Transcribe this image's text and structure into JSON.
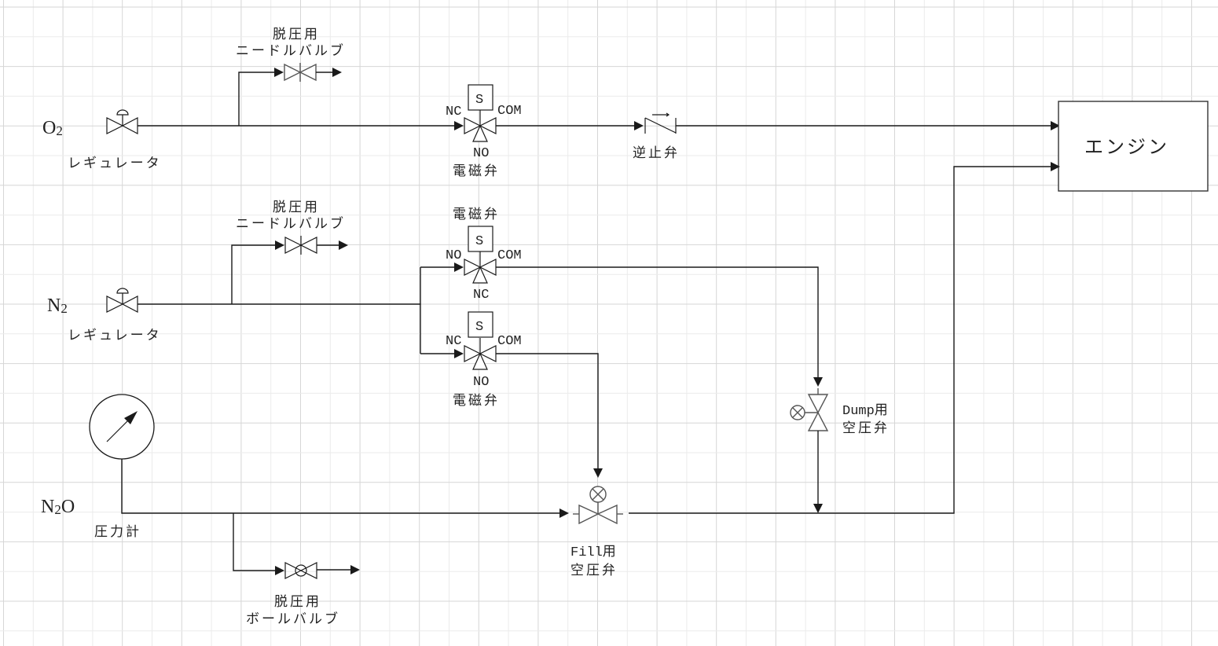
{
  "diagram": {
    "type": "piping-and-instrumentation",
    "lines": [
      {
        "gas": "O2",
        "main": "O",
        "sub": "2"
      },
      {
        "gas": "N2",
        "main": "N",
        "sub": "2"
      },
      {
        "gas": "N2O",
        "main": "N",
        "sub": "2",
        "tail": "O"
      }
    ],
    "labels": {
      "regulator": "レギュレータ",
      "depressurize": "脱圧用",
      "needle_valve": "ニードルバルブ",
      "ball_valve": "ボールバルブ",
      "solenoid_valve": "電磁弁",
      "check_valve": "逆止弁",
      "engine": "エンジン",
      "pressure_gauge": "圧力計",
      "fill_valve_line1": "Fill用",
      "dump_valve_line1": "Dump用",
      "pneumatic_valve": "空圧弁",
      "solenoid_coil": "S",
      "port_nc": "NC",
      "port_no": "NO",
      "port_com": "COM"
    },
    "components": [
      {
        "id": "o2-regulator",
        "kind": "regulator",
        "line": "O2"
      },
      {
        "id": "o2-needle-valve",
        "kind": "needle-valve",
        "line": "O2"
      },
      {
        "id": "o2-solenoid-valve",
        "kind": "3-way-solenoid",
        "ports": {
          "inlet": "NC",
          "outlet": "COM",
          "bottom": "NO"
        }
      },
      {
        "id": "o2-check-valve",
        "kind": "check-valve"
      },
      {
        "id": "engine",
        "kind": "block"
      },
      {
        "id": "n2-regulator",
        "kind": "regulator",
        "line": "N2"
      },
      {
        "id": "n2-needle-valve",
        "kind": "needle-valve",
        "line": "N2"
      },
      {
        "id": "n2-solenoid-valve-upper",
        "kind": "3-way-solenoid",
        "ports": {
          "inlet": "NO",
          "outlet": "COM",
          "bottom": "NC"
        }
      },
      {
        "id": "n2-solenoid-valve-lower",
        "kind": "3-way-solenoid",
        "ports": {
          "inlet": "NC",
          "outlet": "COM",
          "bottom": "NO"
        }
      },
      {
        "id": "dump-pneumatic-valve",
        "kind": "pneumatic-valve"
      },
      {
        "id": "fill-pneumatic-valve",
        "kind": "pneumatic-valve"
      },
      {
        "id": "pressure-gauge",
        "kind": "gauge",
        "line": "N2O"
      },
      {
        "id": "n2o-ball-valve",
        "kind": "ball-valve",
        "line": "N2O"
      }
    ]
  }
}
